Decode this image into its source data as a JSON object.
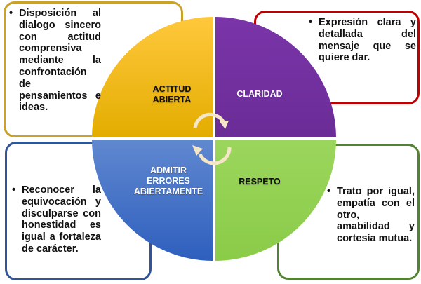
{
  "quadrants": [
    {
      "label": "ACTITUD ABIERTA",
      "color": "#F2B705",
      "text_color": "#111111"
    },
    {
      "label": "CLARIDAD",
      "color": "#7030A0",
      "text_color": "#FFFFFF"
    },
    {
      "label": "ADMITIR ERRORES ABIERTAMENTE",
      "color": "#4472C4",
      "text_color": "#FFFFFF"
    },
    {
      "label": "RESPETO",
      "color": "#92D050",
      "text_color": "#111111"
    }
  ],
  "boxes": [
    {
      "text": "Disposición al dialogo sincero con actitud comprensiva mediante la confrontación de pensamientos e ideas.",
      "border": "#C9A227"
    },
    {
      "text": "Expresión clara y detallada del mensaje que se quiere dar.",
      "border": "#C00000"
    },
    {
      "text": "Reconocer la equivocación y disculparse con honestidad es igual a fortaleza de carácter.",
      "border": "#2F5597"
    },
    {
      "text": "Trato por igual, empatía con el otro, amabilidad y cortesía mutua.",
      "border": "#548235"
    }
  ]
}
